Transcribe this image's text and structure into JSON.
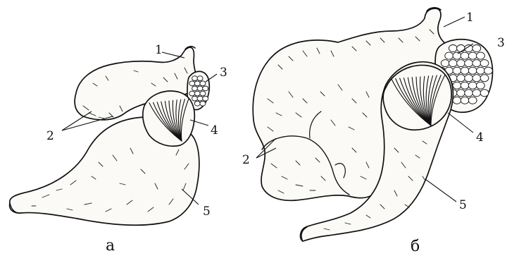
{
  "figures": [
    {
      "caption": "а",
      "labels": {
        "l1": "1",
        "l2": "2",
        "l3": "3",
        "l4": "4",
        "l5": "5"
      }
    },
    {
      "caption": "б",
      "labels": {
        "l1": "1",
        "l2": "2",
        "l3": "3",
        "l4": "4",
        "l5": "5"
      }
    }
  ]
}
